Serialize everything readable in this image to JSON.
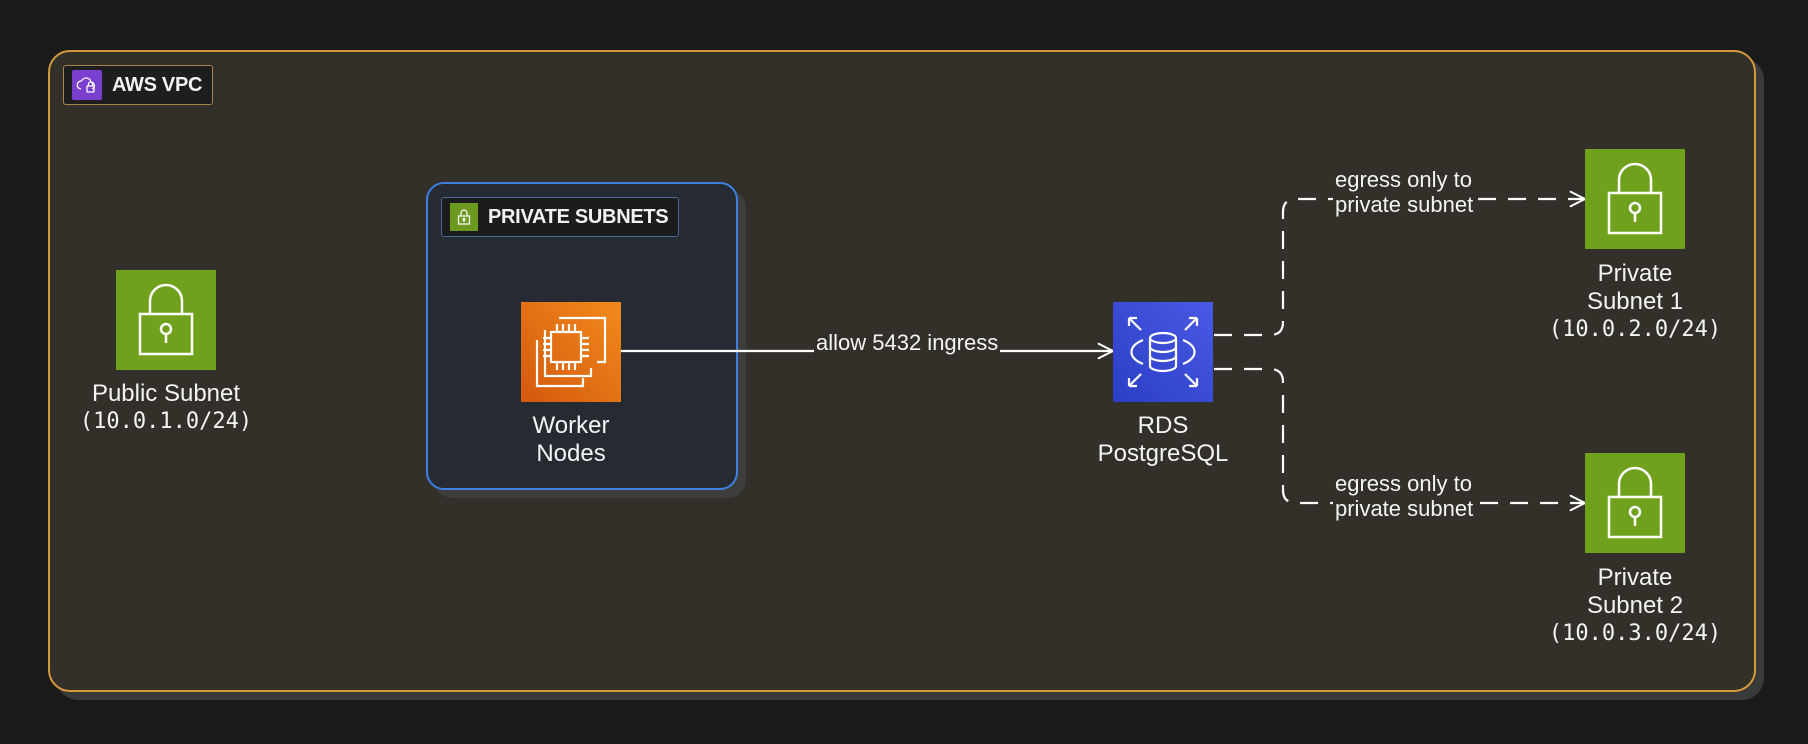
{
  "vpc": {
    "label": "AWS VPC",
    "icon": "vpc-cloud-lock-icon",
    "border_color": "#d49a3a"
  },
  "private_group": {
    "label": "PRIVATE SUBNETS",
    "icon": "padlock-icon",
    "border_color": "#3e7fe0"
  },
  "nodes": {
    "public_subnet": {
      "line1": "Public Subnet",
      "line2": "(10.0.1.0/24)",
      "icon": "padlock-icon",
      "color": "#6fa11d"
    },
    "worker_nodes": {
      "line1": "Worker",
      "line2": "Nodes",
      "icon": "ec2-instance-icon",
      "color": "#ed7100"
    },
    "rds": {
      "line1": "RDS",
      "line2": "PostgreSQL",
      "icon": "rds-database-icon",
      "color": "#3b48cc"
    },
    "private_subnet_1": {
      "line1": "Private",
      "line2": "Subnet 1",
      "line3": "(10.0.2.0/24)",
      "icon": "padlock-icon",
      "color": "#6fa11d"
    },
    "private_subnet_2": {
      "line1": "Private",
      "line2": "Subnet 2",
      "line3": "(10.0.3.0/24)",
      "icon": "padlock-icon",
      "color": "#6fa11d"
    }
  },
  "edges": {
    "ingress": {
      "label": "allow 5432 ingress",
      "style": "solid"
    },
    "egress_1": {
      "line1": "egress only to",
      "line2": "private subnet",
      "style": "dashed"
    },
    "egress_2": {
      "line1": "egress only to",
      "line2": "private subnet",
      "style": "dashed"
    }
  }
}
